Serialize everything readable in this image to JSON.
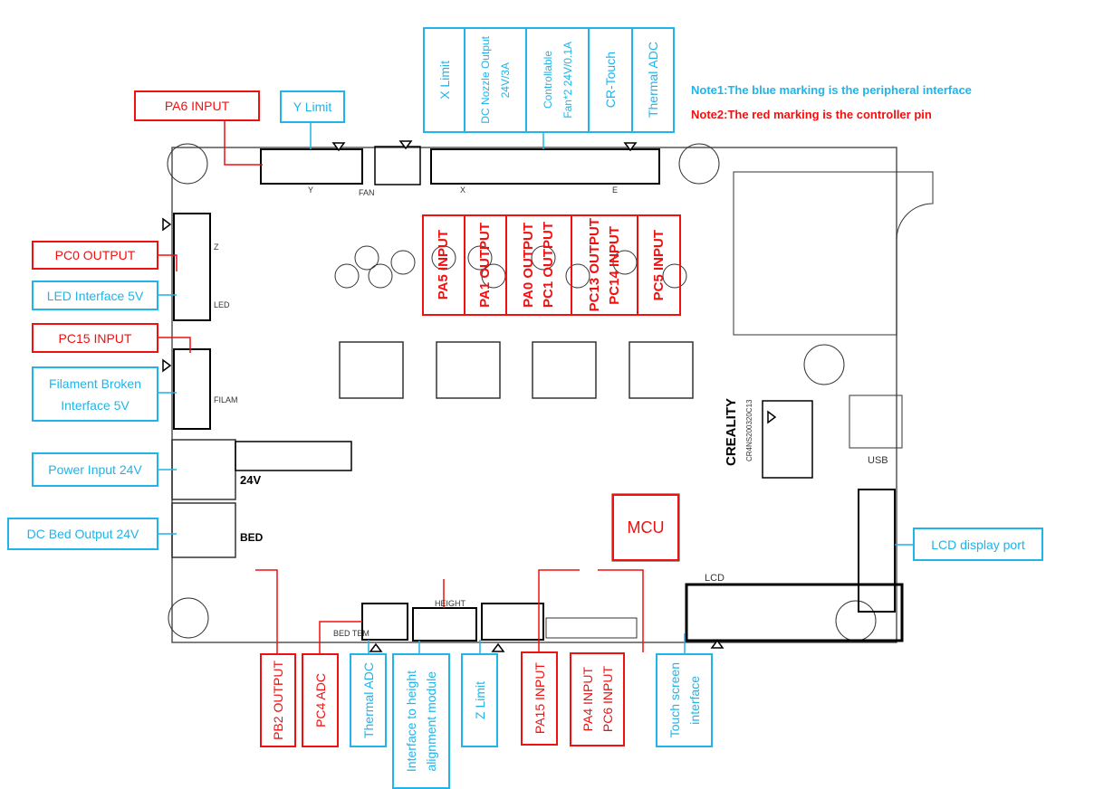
{
  "colors": {
    "peripheral": "#1fb4ea",
    "controller": "#f01010"
  },
  "notes": {
    "note1": "Note1:The blue marking is the peripheral interface",
    "note2": "Note2:The red marking is the controller pin"
  },
  "top": {
    "pa6": "PA6 INPUT",
    "ylimit": "Y Limit",
    "xlimit": "X Limit",
    "nozzle": [
      "DC Nozzle Output",
      "24V/3A"
    ],
    "fan": [
      "Controllable",
      "Fan*2 24V/0.1A"
    ],
    "crtouch": "CR-Touch",
    "thermal": "Thermal ADC"
  },
  "left": {
    "pc0": "PC0 OUTPUT",
    "led": "LED Interface 5V",
    "pc15": "PC15 INPUT",
    "filament": [
      "Filament Broken",
      "Interface 5V"
    ],
    "power": "Power Input 24V",
    "bed": "DC Bed Output 24V"
  },
  "right": {
    "lcd": "LCD display port"
  },
  "pins": {
    "pa5": "PA5 INPUT",
    "pa1": "PA1 OUTPUT",
    "pa0": "PA0 OUTPUT",
    "pc1": "PC1 OUTPUT",
    "pc13": "PC13 OUTPUT",
    "pc14": "PC14 INPUT",
    "pc5": "PC5 INPUT",
    "mcu": "MCU"
  },
  "bottom": {
    "pb2": "PB2 OUTPUT",
    "pc4": "PC4 ADC",
    "thermal": "Thermal ADC",
    "height": [
      "Interface to height",
      "alignment module"
    ],
    "zlimit": "Z Limit",
    "pa15": "PA15 INPUT",
    "pa4pc6": [
      "PA4 INPUT",
      "PC6 INPUT"
    ],
    "touch": [
      "Touch screen",
      "interface"
    ]
  },
  "board": {
    "brand": "CREALITY",
    "model": "CR4NS200320C13",
    "silk": {
      "usb": "USB",
      "lcd": "LCD",
      "bed": "BED",
      "v24": "24V",
      "fan": "FAN",
      "led": "LED",
      "filam": "FILAM",
      "height": "HEIGHT",
      "bedtem": "BED TEM",
      "z": "Z",
      "y": "Y",
      "x": "X",
      "e": "E"
    }
  }
}
